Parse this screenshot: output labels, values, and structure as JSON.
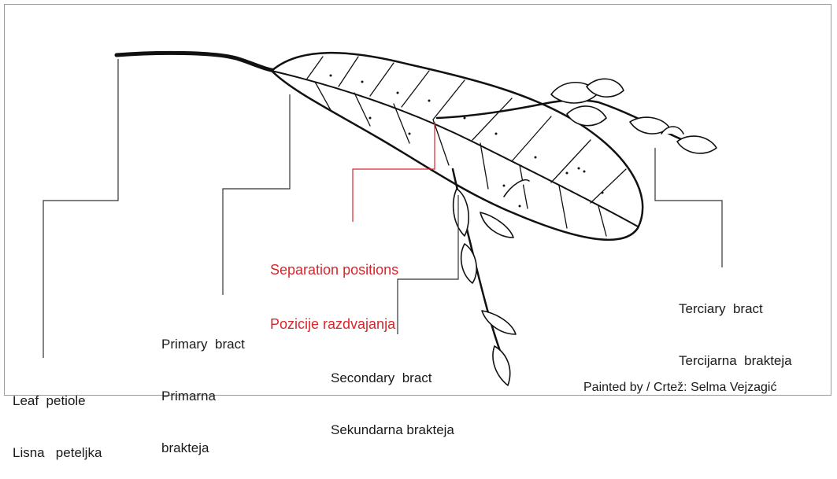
{
  "labels": {
    "leaf_petiole": {
      "line1": "Leaf  petiole",
      "line2": "Lisna   peteljka"
    },
    "primary_bract": {
      "line1": "Primary  bract",
      "line2": "Primarna",
      "line3": "brakteja"
    },
    "separation_positions": {
      "line1": "Separation positions",
      "line2": "Pozicije razdvajanja"
    },
    "secondary_bract": {
      "line1": "Secondary  bract",
      "line2": "Sekundarna brakteja"
    },
    "terciary_bract": {
      "line1": "Terciary  bract",
      "line2": "Tercijarna  brakteja"
    }
  },
  "credit": "Painted by / Crtež: Selma Vejzagić",
  "colors": {
    "leader_black": "#333333",
    "leader_red": "#d8262b",
    "drawing": "#111111"
  }
}
